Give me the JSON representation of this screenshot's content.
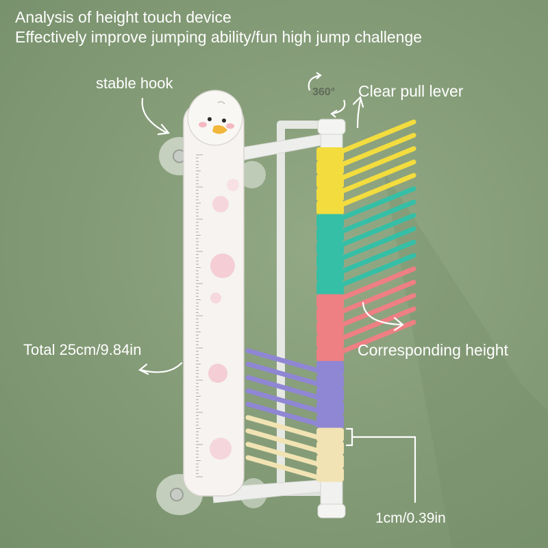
{
  "headline": {
    "line1": "Analysis of height touch device",
    "line2": "Effectively improve jumping ability/fun high jump challenge"
  },
  "callouts": {
    "stable_hook": "stable hook",
    "rotation": "360°",
    "clear_pull_lever": "Clear pull lever",
    "total_height": "Total 25cm/9.84in",
    "corresponding_height": "Corresponding height",
    "spacing": "1cm/0.39in"
  },
  "device": {
    "lever_count": 25,
    "colors": {
      "background": "#849b77",
      "yellow": "#f3dc3e",
      "teal": "#35bfa6",
      "coral": "#ee7f83",
      "purple": "#8f86d4",
      "cream": "#f1e3b3",
      "ruler": "#f5f2ef",
      "frame": "#eeefed"
    },
    "lever_groups": [
      {
        "color": "yellow",
        "count": 5
      },
      {
        "color": "teal",
        "count": 6
      },
      {
        "color": "coral",
        "count": 5
      },
      {
        "color": "purple",
        "count": 5
      },
      {
        "color": "cream",
        "count": 4
      }
    ]
  }
}
